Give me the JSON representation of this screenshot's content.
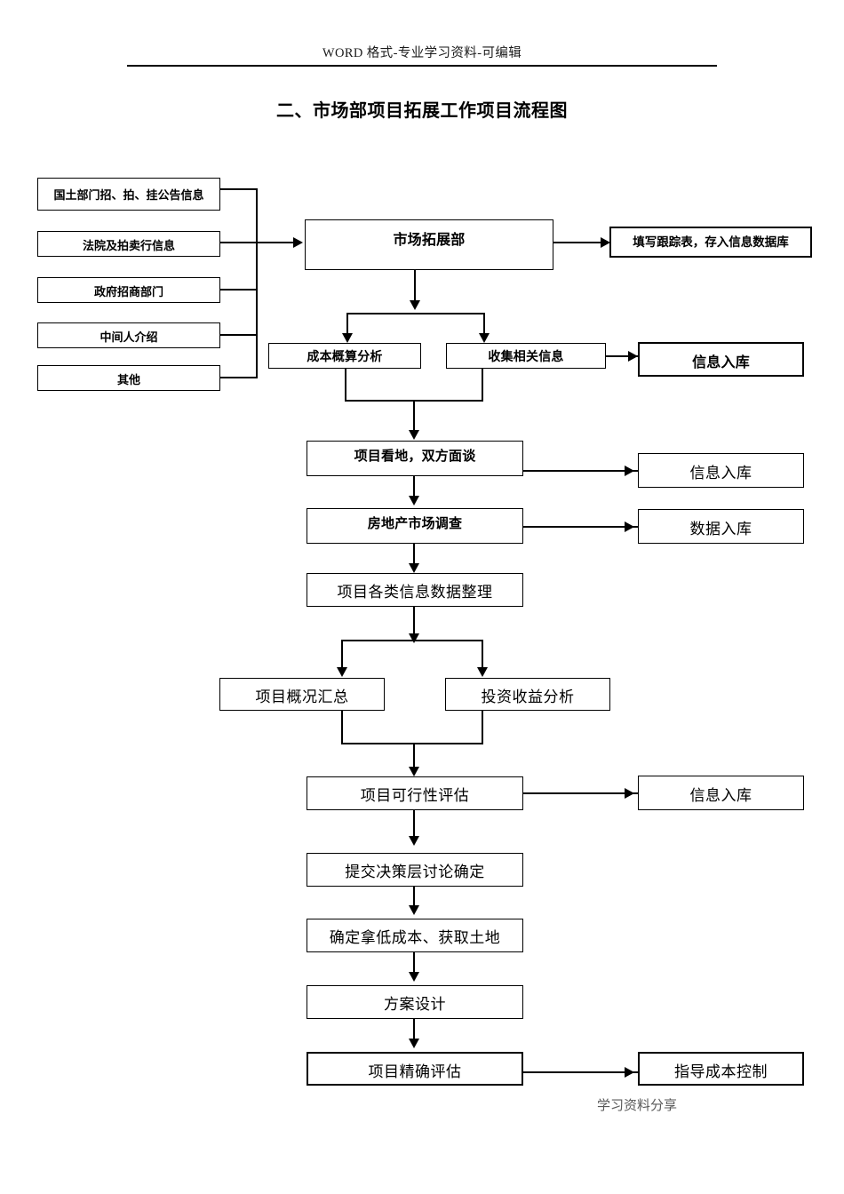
{
  "header": {
    "text": "WORD 格式-专业学习资料-可编辑"
  },
  "title": "二、市场部项目拓展工作项目流程图",
  "footer": {
    "text": "学习资料分享"
  },
  "flow": {
    "sources": [
      {
        "label": "国土部门招、拍、挂公告信息"
      },
      {
        "label": "法院及拍卖行信息"
      },
      {
        "label": "政府招商部门"
      },
      {
        "label": "中间人介绍"
      },
      {
        "label": "其他"
      }
    ],
    "main": {
      "dept": "市场拓展部",
      "tracking": "填写跟踪表，存入信息数据库",
      "cost_analysis": "成本概算分析",
      "collect_info": "收集相关信息",
      "info_db_1": "信息入库",
      "site_visit": "项目看地，双方面谈",
      "info_db_2": "信息入库",
      "market_survey": "房地产市场调查",
      "data_db": "数据入库",
      "data_sorting": "项目各类信息数据整理",
      "project_summary": "项目概况汇总",
      "investment_analysis": "投资收益分析",
      "feasibility": "项目可行性评估",
      "info_db_3": "信息入库",
      "decision": "提交决策层讨论确定",
      "acquire_land": "确定拿低成本、获取土地",
      "scheme_design": "方案设计",
      "precise_eval": "项目精确评估",
      "cost_control": "指导成本控制"
    }
  }
}
